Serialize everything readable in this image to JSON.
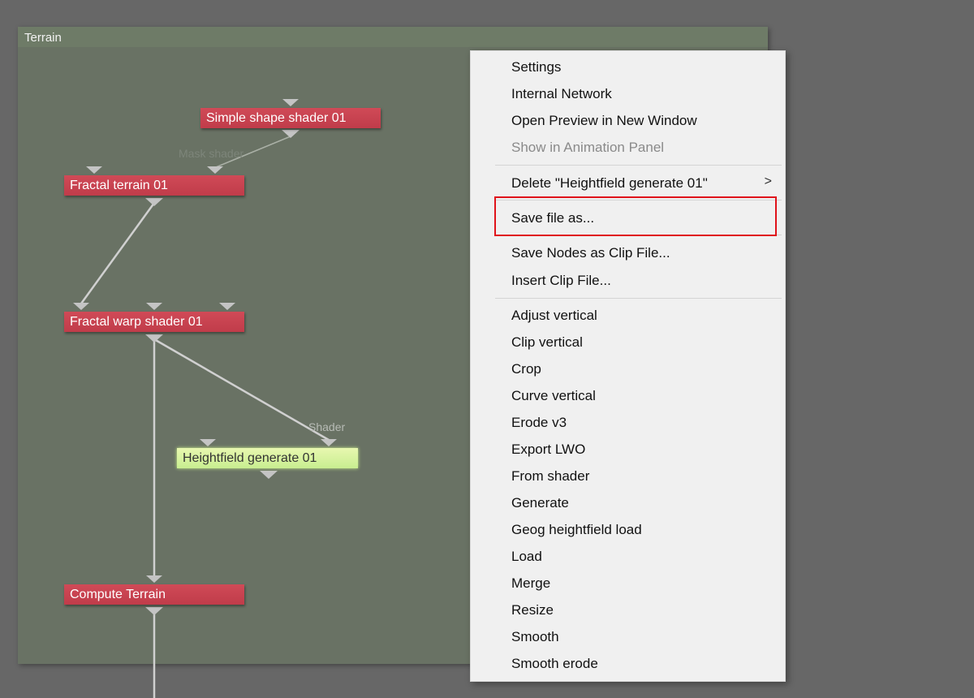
{
  "panel": {
    "title": "Terrain"
  },
  "nodes": {
    "simple_shape": "Simple shape shader 01",
    "fractal_terrain": "Fractal terrain 01",
    "fractal_warp": "Fractal warp shader 01",
    "heightfield": "Heightfield generate 01",
    "compute": "Compute Terrain"
  },
  "port_labels": {
    "mask_shader": "Mask shader",
    "shader": "Shader"
  },
  "menu": {
    "top": [
      "Settings",
      "Internal Network",
      "Open Preview in New Window",
      "Show in Animation Panel"
    ],
    "delete": "Delete \"Heightfield generate 01\"",
    "submenu_arrow": ">",
    "save_file_as": "Save file as...",
    "clip": [
      "Save Nodes as Clip File...",
      "Insert Clip File..."
    ],
    "ops": [
      "Adjust vertical",
      "Clip vertical",
      "Crop",
      "Curve vertical",
      "Erode v3",
      "Export LWO",
      "From shader",
      "Generate",
      "Geog heightfield load",
      "Load",
      "Merge",
      "Resize",
      "Smooth",
      "Smooth erode"
    ]
  },
  "colors": {
    "node": "#c8434f",
    "selected_node": "#d8f3a0",
    "highlight": "#e0131a"
  }
}
